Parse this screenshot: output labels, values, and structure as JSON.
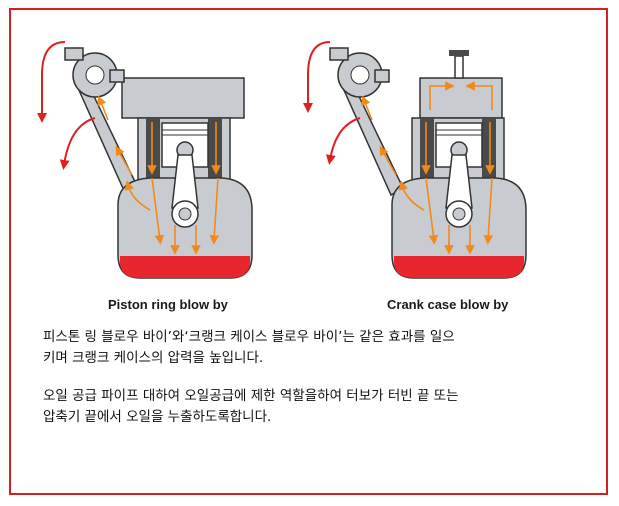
{
  "diagrams": [
    {
      "caption": "Piston ring blow by",
      "has_vent_cap": false
    },
    {
      "caption": "Crank case blow by",
      "has_vent_cap": true
    }
  ],
  "paragraphs": [
    {
      "line1": "피스톤 링 블로우 바이’와‘크랭크 케이스 블로우 바이’는 같은 효과를 일으",
      "line2": "키며 크랭크 케이스의 압력을 높입니다."
    },
    {
      "line1": "오일 공급 파이프 대하여 오일공급에 제한 역할을하여 터보가 터빈 끝 또는",
      "line2": "압축기 끝에서 오일을 누출하도록합니다."
    }
  ],
  "colors": {
    "frame": "#d42020",
    "engine_body": "#c8ccd0",
    "engine_dark": "#4a4a4a",
    "oil": "#e8262d",
    "flow_arrow": "#f08a1c",
    "exit_arrow": "#e02020"
  }
}
